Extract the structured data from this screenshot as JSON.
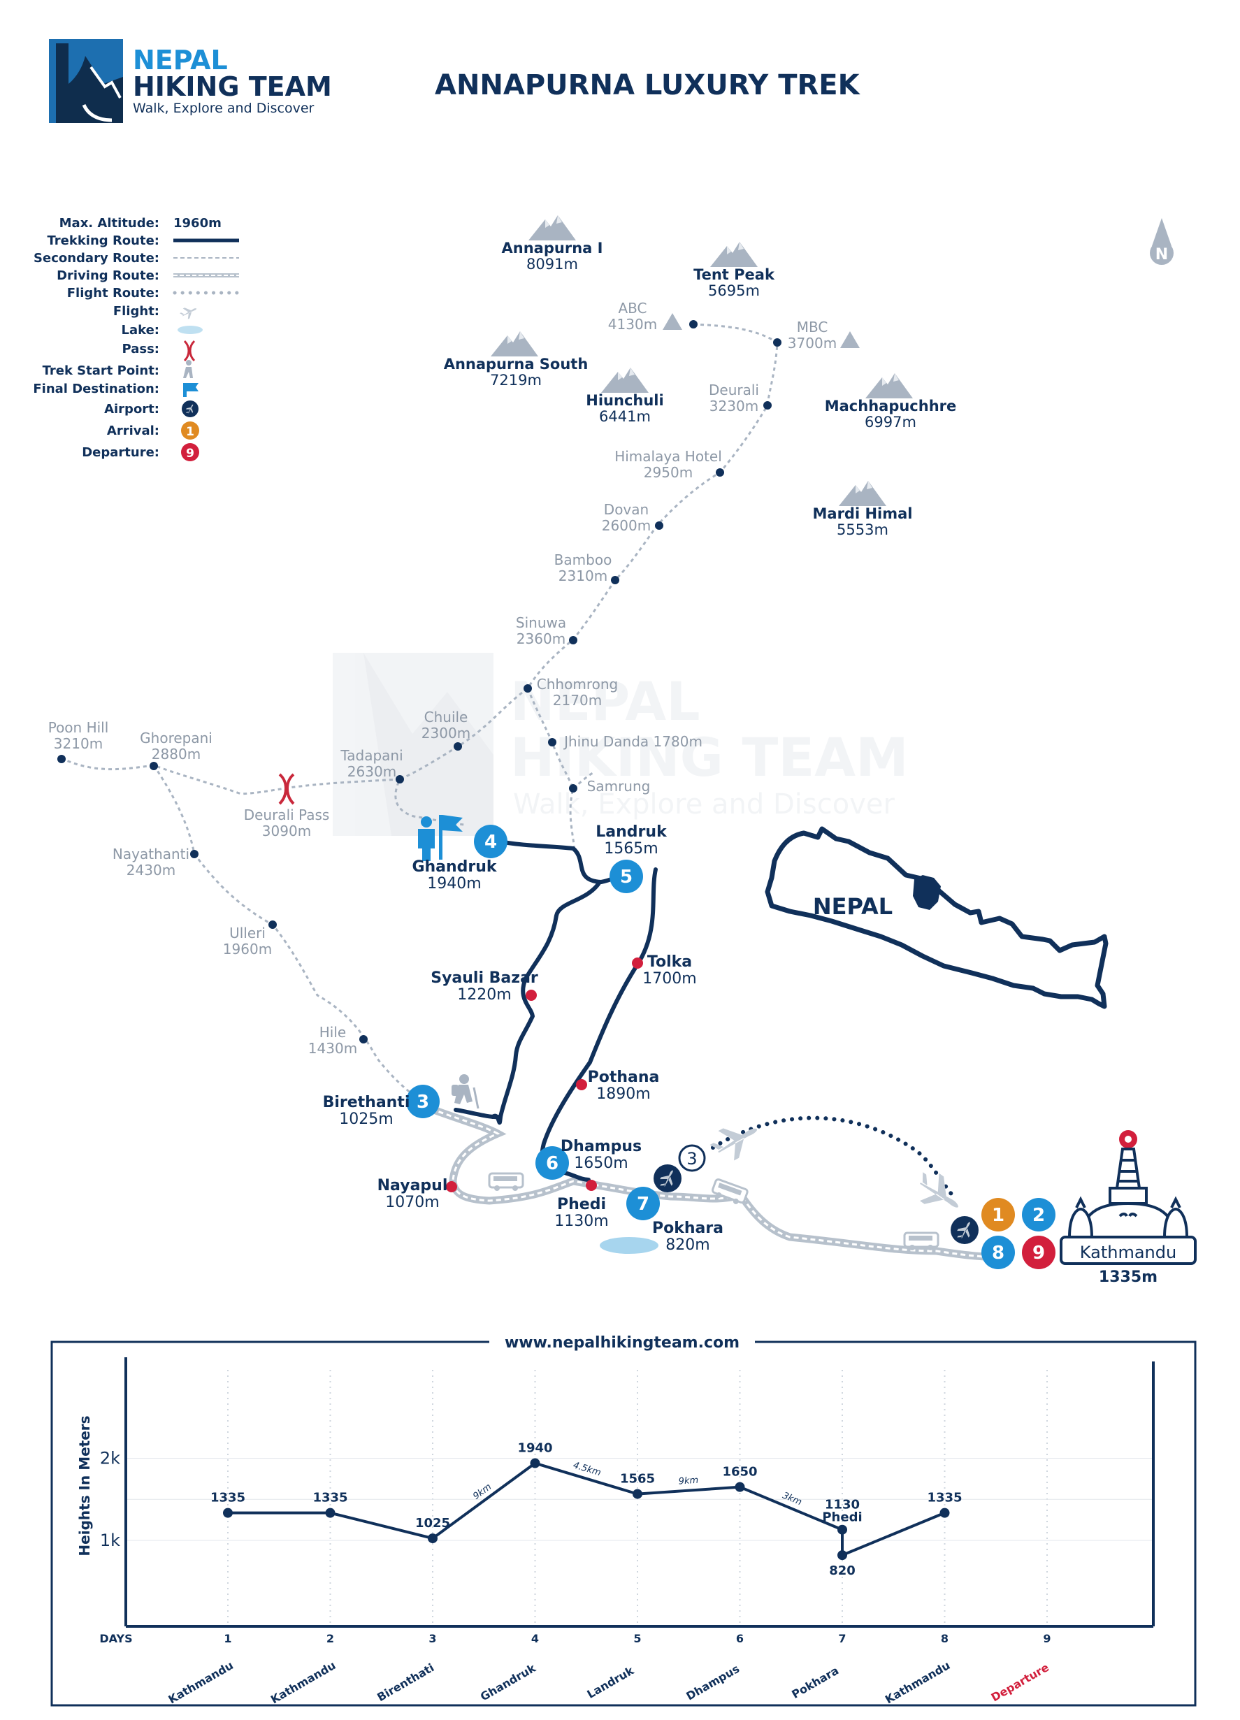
{
  "brand": {
    "name_line1": "NEPAL",
    "name_line2": "HIKING TEAM",
    "tagline": "Walk, Explore and Discover"
  },
  "title": "ANNAPURNA LUXURY TREK",
  "compass_label": "N",
  "country_label": "NEPAL",
  "legend": {
    "max_altitude_label": "Max. Altitude:",
    "max_altitude_value": "1960m",
    "trekking_route": "Trekking Route:",
    "secondary_route": "Secondary Route:",
    "driving_route": "Driving Route:",
    "flight_route": "Flight Route:",
    "flight": "Flight:",
    "lake": "Lake:",
    "pass": "Pass:",
    "trek_start": "Trek Start Point:",
    "final_destination": "Final Destination:",
    "airport": "Airport:",
    "arrival": "Arrival:",
    "arrival_num": "1",
    "departure": "Departure:",
    "departure_num": "9"
  },
  "peaks": [
    {
      "name": "Annapurna I",
      "alt": "8091m"
    },
    {
      "name": "Tent Peak",
      "alt": "5695m"
    },
    {
      "name": "Annapurna South",
      "alt": "7219m"
    },
    {
      "name": "Hiunchuli",
      "alt": "6441m"
    },
    {
      "name": "Machhapuchhre",
      "alt": "6997m"
    },
    {
      "name": "Mardi Himal",
      "alt": "5553m"
    }
  ],
  "secondary_places": [
    {
      "name": "ABC",
      "alt": "4130m"
    },
    {
      "name": "MBC",
      "alt": "3700m"
    },
    {
      "name": "Deurali",
      "alt": "3230m"
    },
    {
      "name": "Himalaya Hotel",
      "alt": "2950m"
    },
    {
      "name": "Dovan",
      "alt": "2600m"
    },
    {
      "name": "Bamboo",
      "alt": "2310m"
    },
    {
      "name": "Sinuwa",
      "alt": "2360m"
    },
    {
      "name": "Chhomrong",
      "alt": "2170m"
    },
    {
      "name": "Jhinu Danda 1780m",
      "alt": ""
    },
    {
      "name": "Samrung",
      "alt": ""
    },
    {
      "name": "Chuile",
      "alt": "2300m"
    },
    {
      "name": "Tadapani",
      "alt": "2630m"
    },
    {
      "name": "Poon Hill",
      "alt": "3210m"
    },
    {
      "name": "Ghorepani",
      "alt": "2880m"
    },
    {
      "name": "Deurali Pass",
      "alt": "3090m"
    },
    {
      "name": "Nayathanti",
      "alt": "2430m"
    },
    {
      "name": "Ulleri",
      "alt": "1960m"
    },
    {
      "name": "Hile",
      "alt": "1430m"
    }
  ],
  "main_places": [
    {
      "name": "Ghandruk",
      "alt": "1940m",
      "day": "4"
    },
    {
      "name": "Landruk",
      "alt": "1565m",
      "day": "5"
    },
    {
      "name": "Tolka",
      "alt": "1700m",
      "day": ""
    },
    {
      "name": "Syauli Bazar",
      "alt": "1220m",
      "day": ""
    },
    {
      "name": "Pothana",
      "alt": "1890m",
      "day": ""
    },
    {
      "name": "Birethanti",
      "alt": "1025m",
      "day": "3"
    },
    {
      "name": "Dhampus",
      "alt": "1650m",
      "day": "6"
    },
    {
      "name": "Nayapul",
      "alt": "1070m",
      "day": ""
    },
    {
      "name": "Phedi",
      "alt": "1130m",
      "day": ""
    },
    {
      "name": "Pokhara",
      "alt": "820m",
      "day": "7"
    },
    {
      "name": "Kathmandu",
      "alt": "1335m",
      "day": ""
    }
  ],
  "badges": {
    "b1": "1",
    "b2": "2",
    "b3": "3",
    "b8": "8",
    "b9": "9",
    "b3w": "3"
  },
  "website": "www.nepalhikingteam.com",
  "watermark": {
    "line1": "NEPAL",
    "line2": "HIKING TEAM",
    "line3": "Walk, Explore and Discover"
  },
  "chart_data": {
    "type": "line",
    "ylabel": "Heights In Meters",
    "xlabel": "DAYS",
    "y_ticks": [
      "2k",
      "1k"
    ],
    "days": [
      "1",
      "2",
      "3",
      "4",
      "5",
      "6",
      "7",
      "8",
      "9"
    ],
    "day_names": [
      "Kathmandu",
      "Kathmandu",
      "Birenthati",
      "Ghandruk",
      "Landruk",
      "Dhampus",
      "Pokhara",
      "Kathmandu",
      "Departure"
    ],
    "points": [
      {
        "day": 1,
        "alt": 1335,
        "label": "1335"
      },
      {
        "day": 2,
        "alt": 1335,
        "label": "1335"
      },
      {
        "day": 3,
        "alt": 1025,
        "label": "1025"
      },
      {
        "day": 4,
        "alt": 1940,
        "label": "1940"
      },
      {
        "day": 5,
        "alt": 1565,
        "label": "1565"
      },
      {
        "day": 6,
        "alt": 1650,
        "label": "1650"
      },
      {
        "day": 7,
        "alt": 1130,
        "label": "1130"
      },
      {
        "day": 7,
        "alt": 820,
        "label": "820"
      },
      {
        "day": 8,
        "alt": 1335,
        "label": "1335"
      }
    ],
    "extra_label": "Phedi",
    "distances": [
      "9km",
      "4.5km",
      "9km",
      "3km"
    ],
    "grid": true
  }
}
